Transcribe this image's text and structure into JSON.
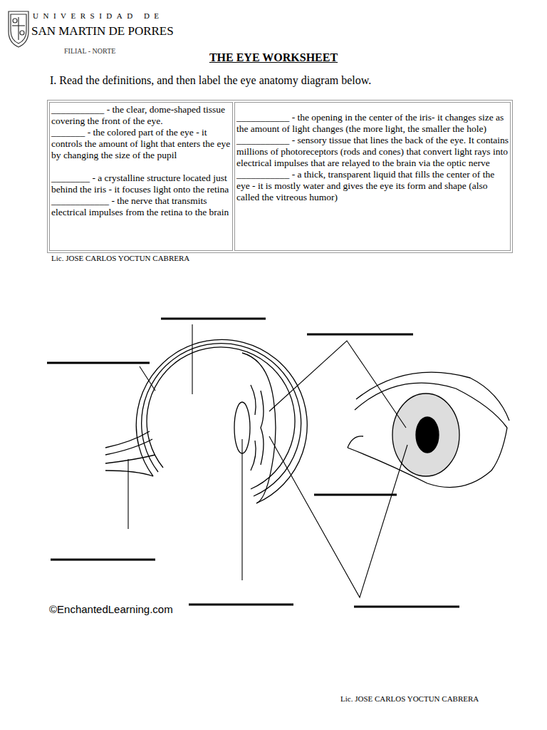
{
  "diagram": {
    "title": "THE EYE WORKSHEET",
    "labels": [
      "UNIVERSIDAD DE",
      "SAN MARTIN DE PORRES",
      "FILIAL - NORTE",
      "I. Read the definitions, and then label the eye anatomy diagram below.",
      "___________ - the clear, dome-shaped tissue covering the front of the eye.",
      "_______ - the colored part of the eye - it controls the amount of light that enters the eye by changing the size of the pupil",
      "________ - a crystalline structure located just behind the iris - it focuses light onto the retina",
      "____________ - the nerve that transmits electrical impulses from the retina to the brain",
      "___________ - the opening in the center of the iris- it changes size as the amount of light changes (the more light, the smaller the hole)",
      "___________ - sensory tissue that lines the back of the eye. It contains millions of photoreceptors (rods and cones) that convert light rays into electrical impulses that are relayed to the brain via the optic nerve",
      "___________ - a thick, transparent liquid that fills the center of the eye - it is mostly water and gives the eye its form and shape (also called the vitreous humor)",
      "Lic. JOSE CARLOS YOCTUN CABRERA",
      "©EnchantedLearning.com",
      "Lic. JOSE CARLOS YOCTUN CABRERA"
    ]
  }
}
